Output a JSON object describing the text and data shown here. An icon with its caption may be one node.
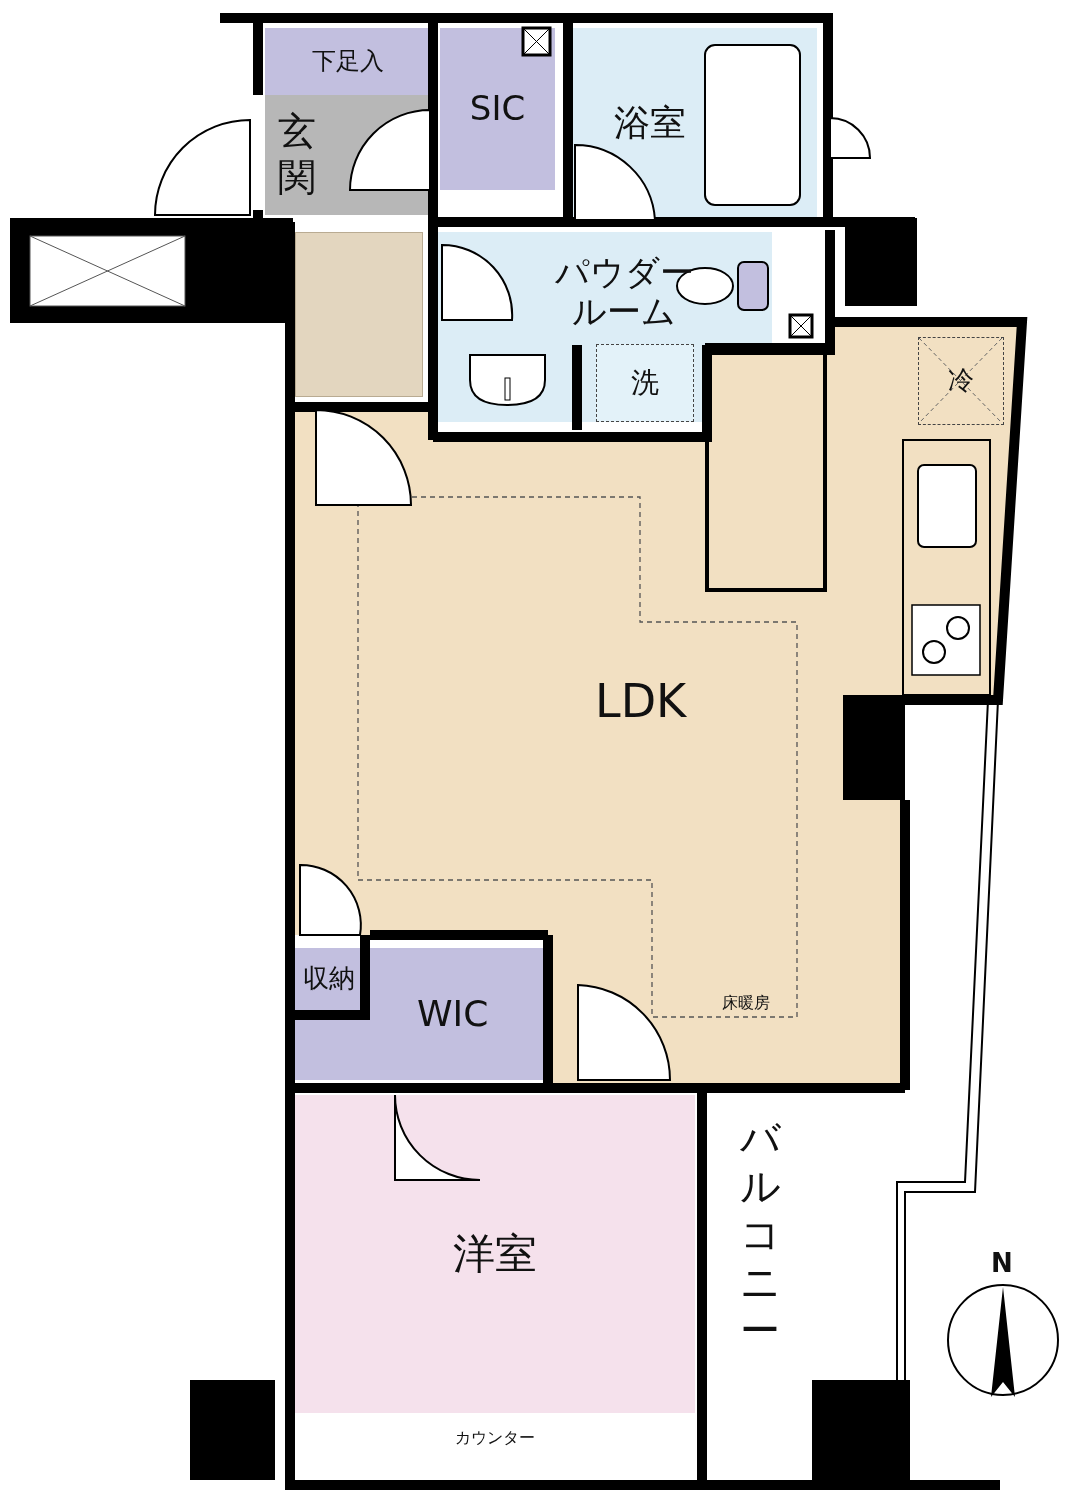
{
  "diagram": {
    "nodes": [
      {
        "text": [
          "下足入"
        ]
      },
      {
        "text": [
          "玄関"
        ]
      },
      {
        "text": [
          "SIC"
        ]
      },
      {
        "text": [
          "浴室"
        ]
      },
      {
        "text": [],
        "shape": "box"
      },
      {
        "text": [
          "パウダールーム"
        ]
      },
      {
        "text": [
          "洗"
        ],
        "in": 5
      },
      {
        "text": [
          "LDK"
        ]
      },
      {
        "text": [
          "冷"
        ],
        "in": 7
      },
      {
        "text": [
          "収納"
        ]
      },
      {
        "text": [
          "WIC"
        ]
      },
      {
        "text": [
          "洋室"
        ]
      },
      {
        "text": [
          "カウンター"
        ]
      },
      {
        "text": [
          "バルコニー"
        ]
      }
    ],
    "edges": [],
    "labels": [
      "床暖房",
      "N"
    ]
  }
}
